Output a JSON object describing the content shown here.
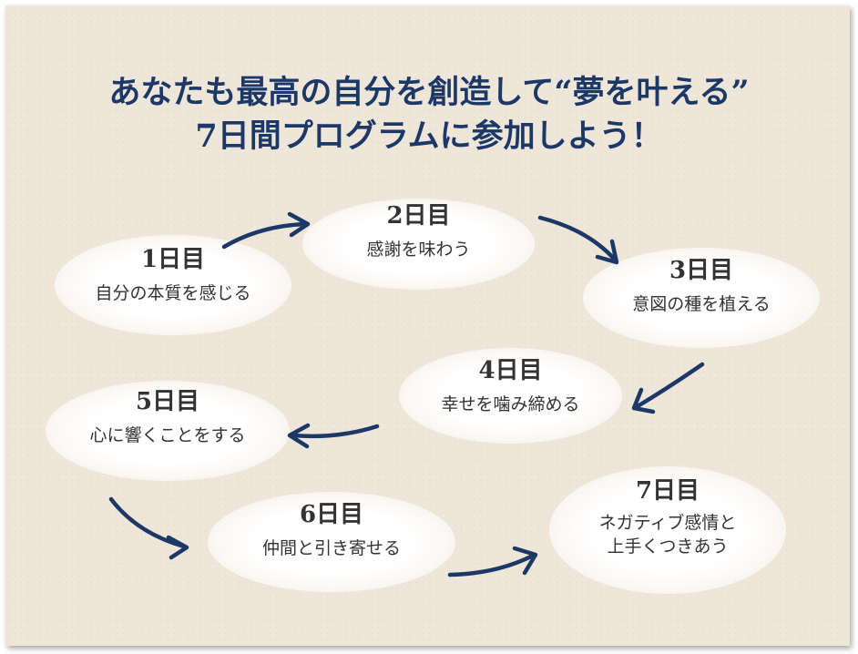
{
  "title": {
    "line1": "あなたも最高の自分を創造して“夢を叶える”",
    "line2": "7日間プログラムに参加しよう！"
  },
  "steps": [
    {
      "day": "1日目",
      "desc": "自分の本質を感じる"
    },
    {
      "day": "2日目",
      "desc": "感謝を味わう"
    },
    {
      "day": "3日目",
      "desc": "意図の種を植える"
    },
    {
      "day": "4日目",
      "desc": "幸せを噛み締める"
    },
    {
      "day": "5日目",
      "desc": "心に響くことをする"
    },
    {
      "day": "6日目",
      "desc": "仲間と引き寄せる"
    },
    {
      "day": "7日目",
      "desc": "ネガティブ感情と",
      "desc2": "上手くつきあう"
    }
  ],
  "colors": {
    "accent": "#1c3867",
    "background": "#efe6da",
    "text": "#333333"
  }
}
